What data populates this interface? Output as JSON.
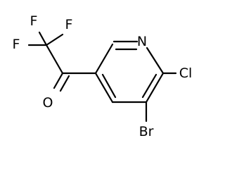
{
  "molecule": {
    "atoms": {
      "n": "N",
      "cl": "Cl",
      "br": "Br",
      "o": "O",
      "f_top": "F",
      "f_right": "F",
      "f_left": "F"
    }
  }
}
